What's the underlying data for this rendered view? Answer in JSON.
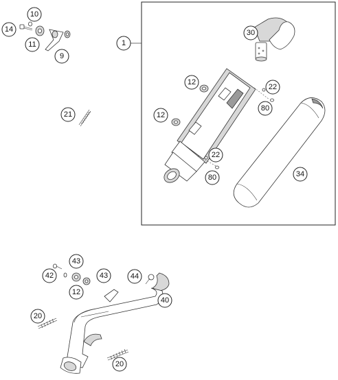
{
  "colors": {
    "line": "#333333",
    "background": "#ffffff",
    "shade": "#d8d8d8"
  },
  "callouts": {
    "c1": "1",
    "c9": "9",
    "c10": "10",
    "c11": "11",
    "c12a": "12",
    "c12b": "12",
    "c12c": "12",
    "c14": "14",
    "c20a": "20",
    "c20b": "20",
    "c21": "21",
    "c22a": "22",
    "c22b": "22",
    "c30": "30",
    "c34": "34",
    "c40": "40",
    "c42": "42",
    "c43a": "43",
    "c43b": "43",
    "c44": "44",
    "c80a": "80",
    "c80b": "80"
  }
}
